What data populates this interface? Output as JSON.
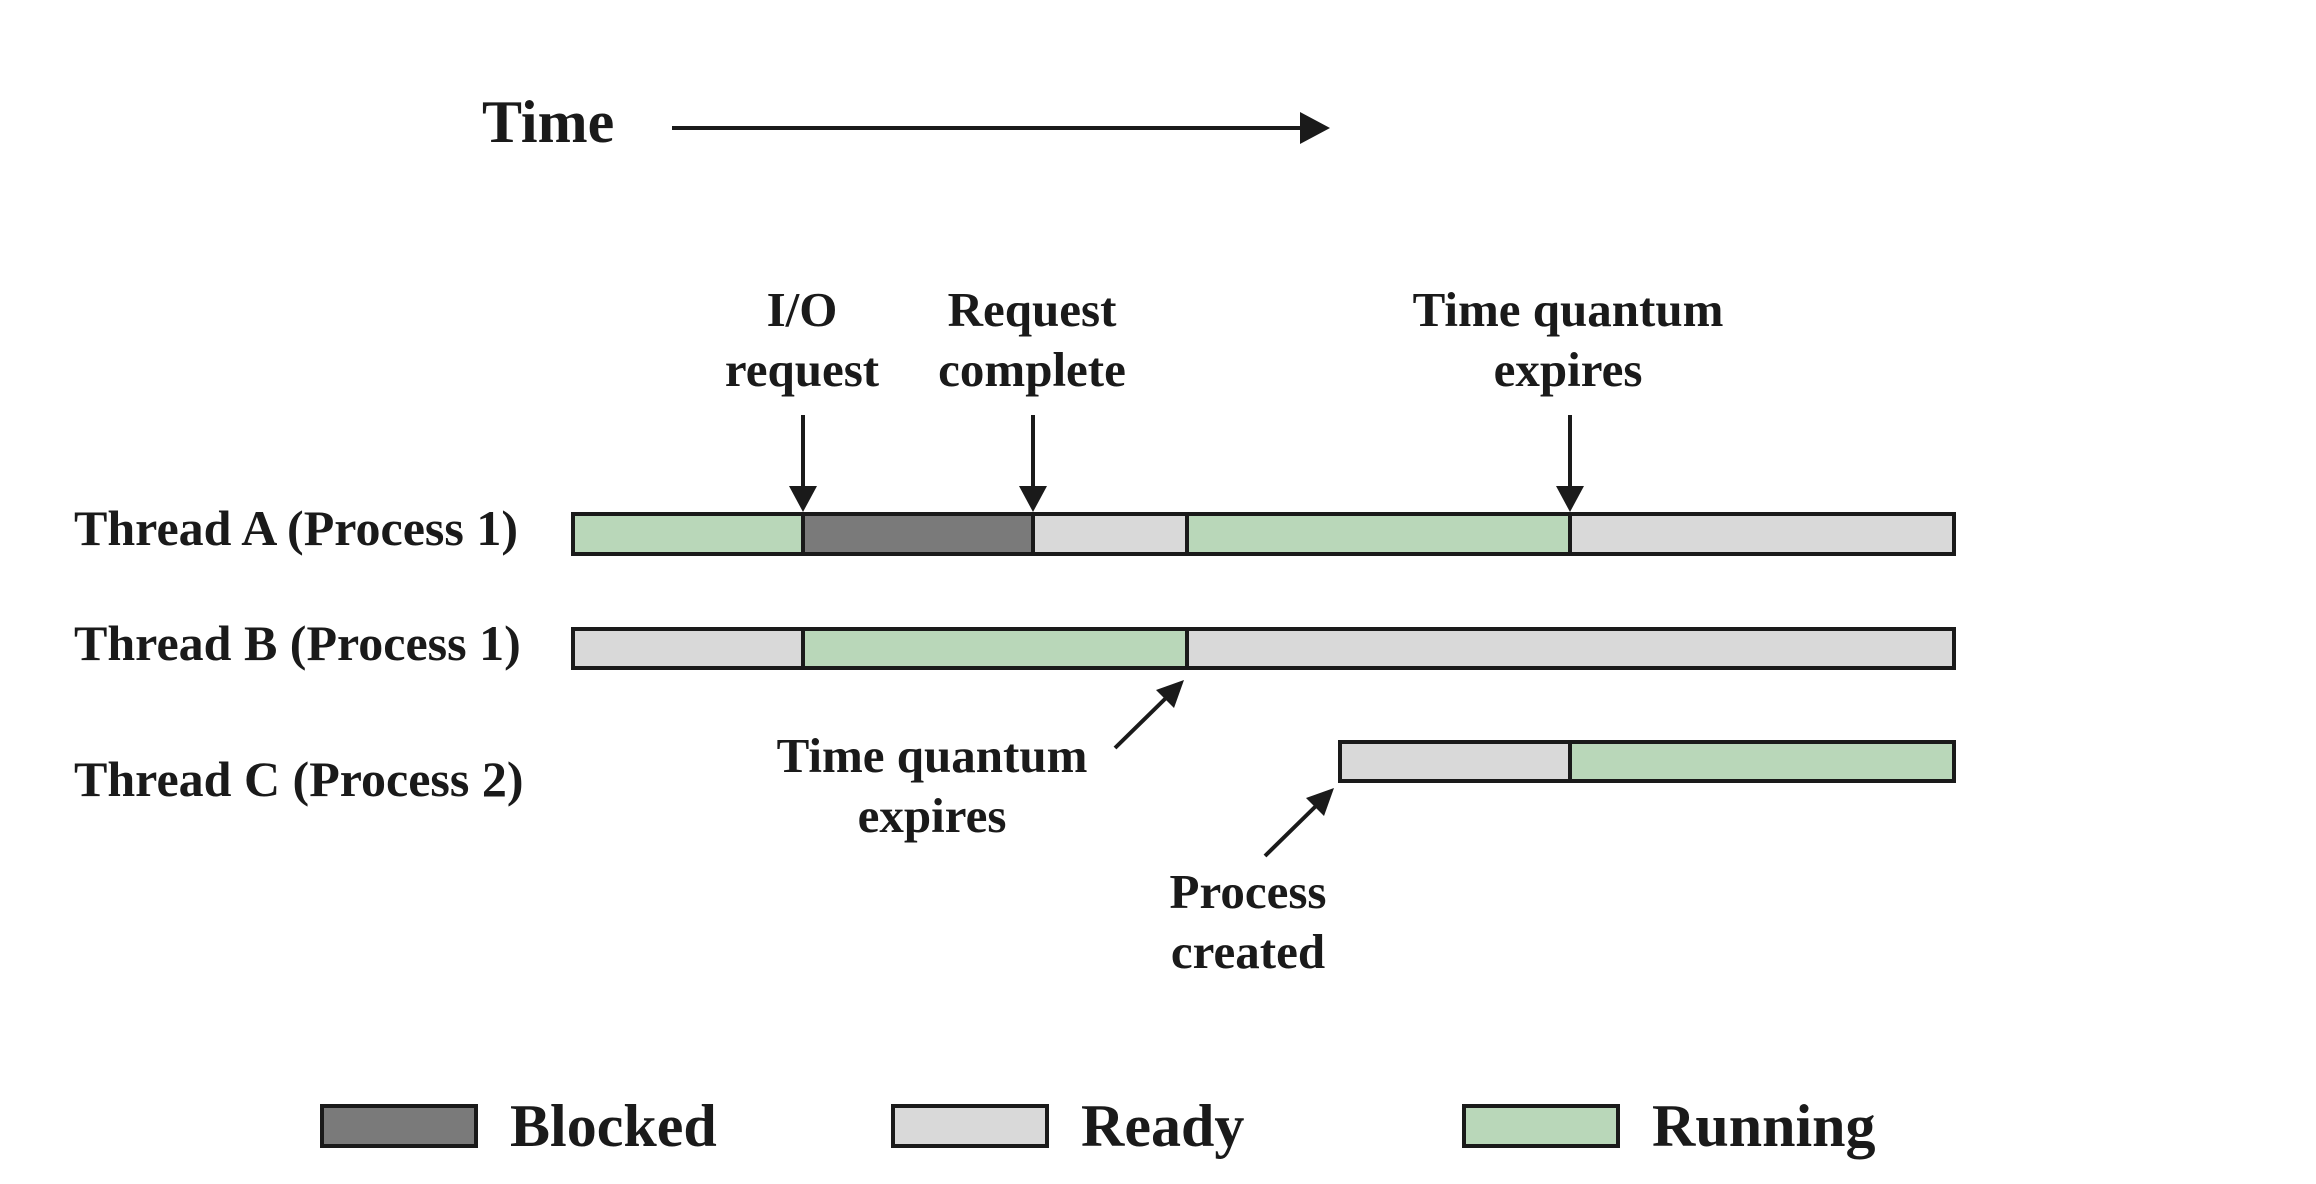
{
  "time_label": "Time",
  "states": {
    "blocked": {
      "label": "Blocked",
      "color": "#7a7a7a"
    },
    "ready": {
      "label": "Ready",
      "color": "#d9d9d9"
    },
    "running": {
      "label": "Running",
      "color": "#b9d7b9"
    }
  },
  "threads": [
    {
      "label": "Thread A (Process 1)",
      "segments": [
        "running",
        "blocked",
        "ready",
        "running",
        "ready"
      ]
    },
    {
      "label": "Thread B (Process 1)",
      "segments": [
        "ready",
        "running",
        "ready"
      ]
    },
    {
      "label": "Thread C (Process 2)",
      "segments": [
        "ready",
        "running"
      ]
    }
  ],
  "events": {
    "io_request": [
      "I/O",
      "request"
    ],
    "request_complete": [
      "Request",
      "complete"
    ],
    "time_quantum_a": [
      "Time quantum",
      "expires"
    ],
    "time_quantum_b": [
      "Time quantum",
      "expires"
    ],
    "process_created": [
      "Process",
      "created"
    ]
  }
}
